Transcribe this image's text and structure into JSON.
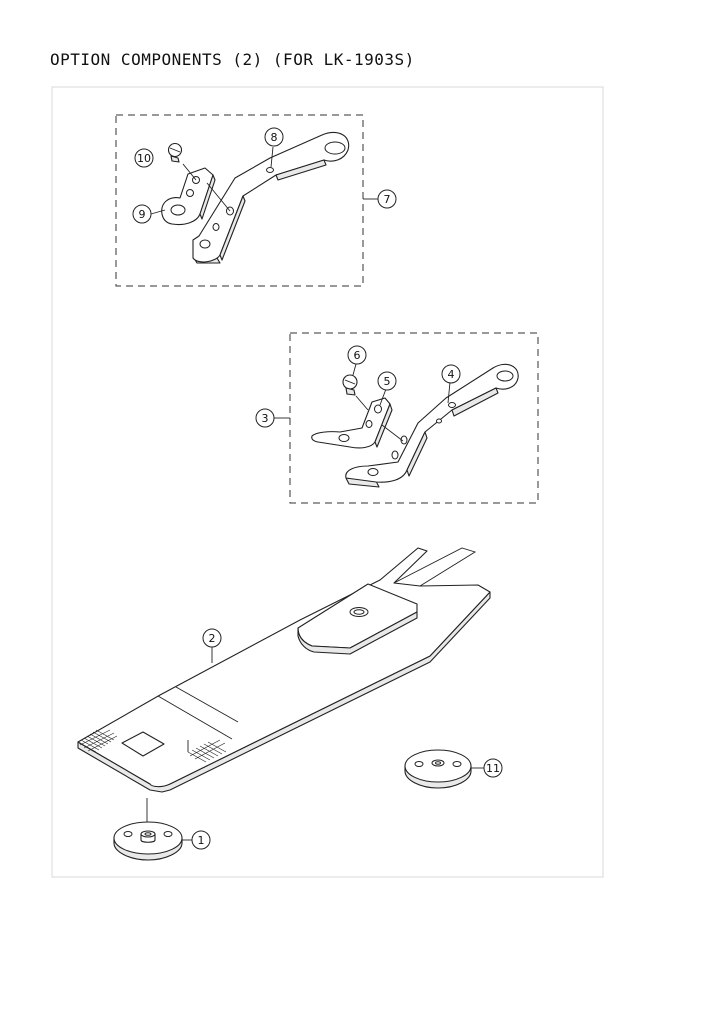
{
  "title": "OPTION COMPONENTS (2) (FOR LK-1903S)",
  "callouts": [
    {
      "id": "1",
      "label": "1"
    },
    {
      "id": "2",
      "label": "2"
    },
    {
      "id": "3",
      "label": "3"
    },
    {
      "id": "4",
      "label": "4"
    },
    {
      "id": "5",
      "label": "5"
    },
    {
      "id": "6",
      "label": "6"
    },
    {
      "id": "7",
      "label": "7"
    },
    {
      "id": "8",
      "label": "8"
    },
    {
      "id": "9",
      "label": "9"
    },
    {
      "id": "10",
      "label": "10"
    },
    {
      "id": "11",
      "label": "11"
    }
  ]
}
